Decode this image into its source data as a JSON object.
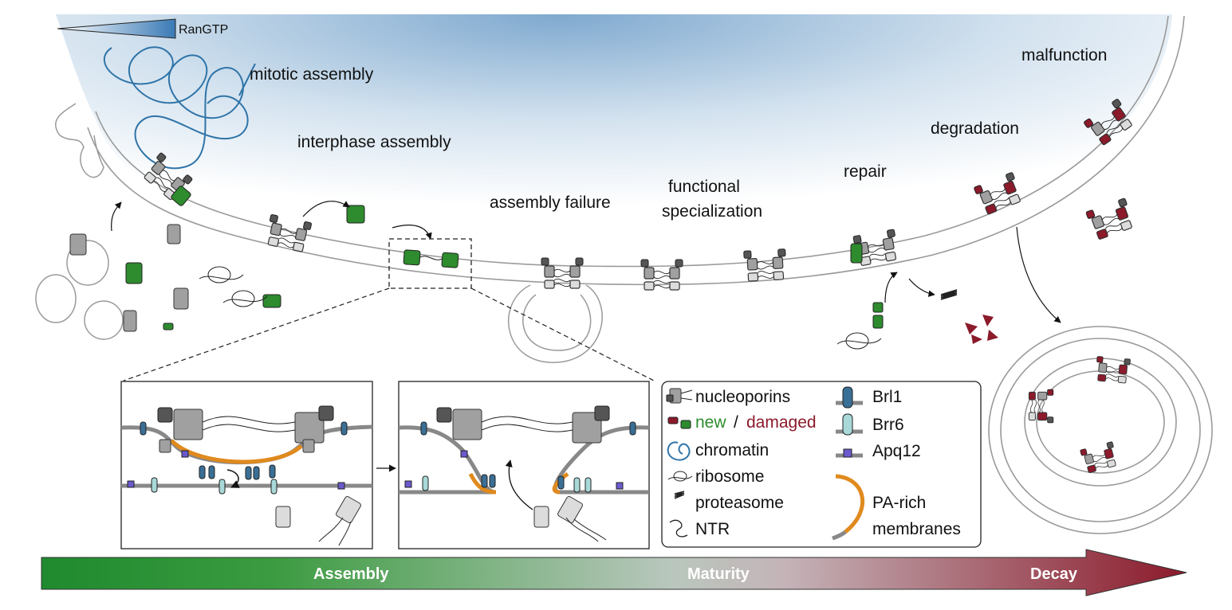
{
  "gradient_label": "RanGTP",
  "stages": {
    "mitotic_assembly": "mitotic assembly",
    "interphase_assembly": "interphase assembly",
    "assembly_failure": "assembly failure",
    "functional_1": "functional",
    "functional_2": "specialization",
    "repair": "repair",
    "degradation": "degradation",
    "malfunction": "malfunction"
  },
  "legend": {
    "nucleoporins": "nucleoporins",
    "new": "new",
    "slash": "/",
    "damaged": "damaged",
    "chromatin": "chromatin",
    "ribosome": "ribosome",
    "proteasome": "proteasome",
    "ntr": "NTR",
    "brl1": "Brl1",
    "brr6": "Brr6",
    "apq12": "Apq12",
    "pa_rich_1": "PA-rich",
    "pa_rich_2": "membranes"
  },
  "timeline": {
    "assembly": "Assembly",
    "maturity": "Maturity",
    "decay": "Decay"
  },
  "colors": {
    "new_green": "#2e8b2e",
    "damaged_red": "#8b1a2b",
    "chromatin_blue": "#2f74a8",
    "brl1_blue": "#3a6f96",
    "brr6_cyan": "#a8d8d8",
    "apq12_purple": "#6a5acd",
    "pa_orange": "#e08a1e",
    "nup_gray": "#a0a0a0",
    "nup_dark": "#555555"
  }
}
